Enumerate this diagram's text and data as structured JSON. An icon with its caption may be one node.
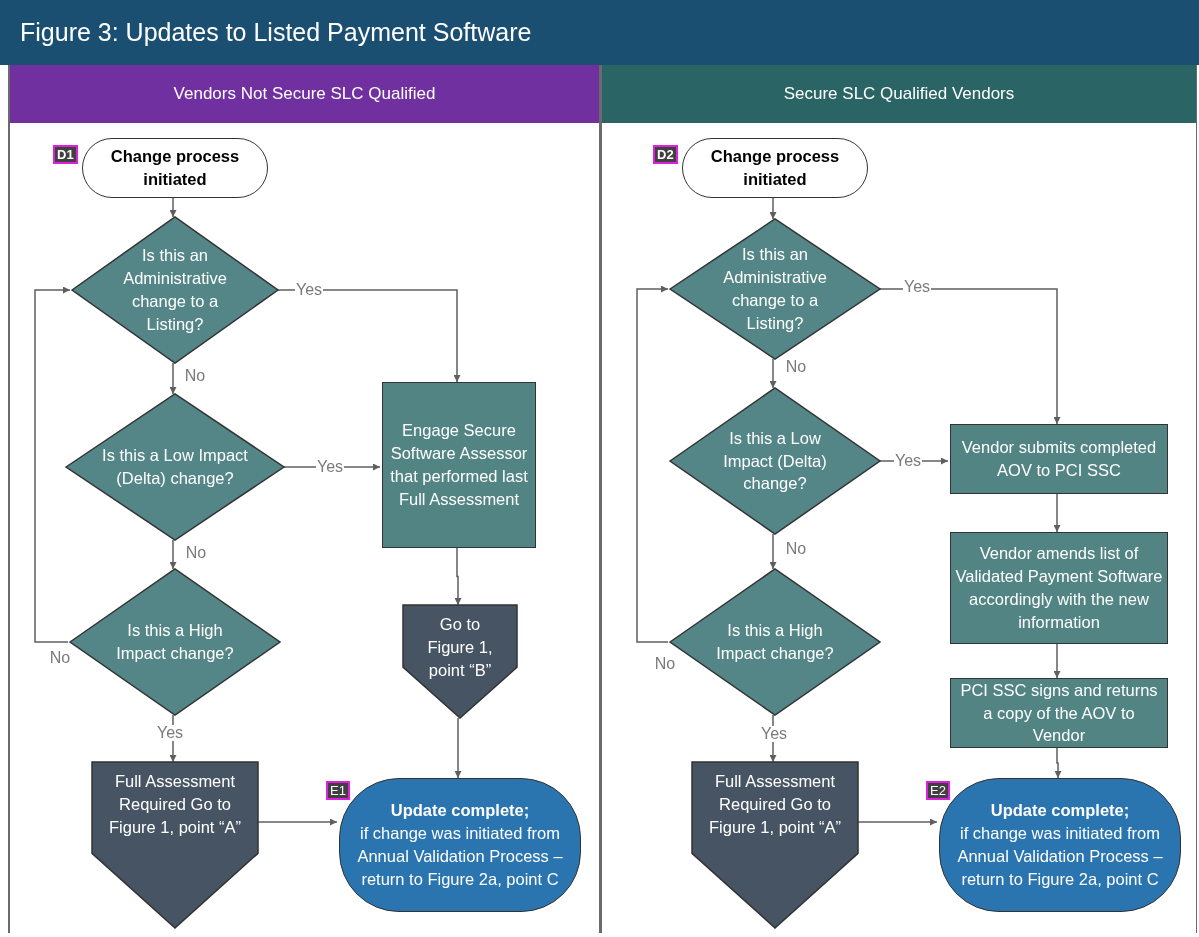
{
  "diagram": {
    "title": "Figure 3: Updates to Listed Payment Software",
    "nodes": [
      {
        "text": [
          "Vendors Not Secure SLC Qualified"
        ]
      },
      {
        "text": [
          "Secure SLC Qualified Vendors"
        ]
      },
      {
        "text": [
          "Change process initiated"
        ],
        "in": 0,
        "beside": [
          "D1"
        ]
      },
      {
        "text": [
          "Is this an Administrative change to a Listing?"
        ],
        "in": 0
      },
      {
        "text": [
          "Is this a Low Impact (Delta) change?"
        ],
        "in": 0
      },
      {
        "text": [
          "Is this a High Impact change?"
        ],
        "in": 0
      },
      {
        "text": [
          "Engage Secure Software Assessor that performed last Full Assessment"
        ],
        "in": 0
      },
      {
        "text": [
          "Go to Figure 1, point “B”"
        ],
        "in": 0
      },
      {
        "text": [
          "Full Assessment Required Go to Figure 1, point “A”"
        ],
        "in": 0
      },
      {
        "text": [
          "Update complete;",
          "if change was initiated from Annual Validation Process – return to Figure 2a, point C"
        ],
        "in": 0,
        "beside": [
          "E1"
        ]
      },
      {
        "text": [
          "Change process initiated"
        ],
        "in": 1,
        "beside": [
          "D2"
        ]
      },
      {
        "text": [
          "Is this an Administrative change to a Listing?"
        ],
        "in": 1
      },
      {
        "text": [
          "Is this a Low Impact (Delta) change?"
        ],
        "in": 1
      },
      {
        "text": [
          "Is this a High Impact change?"
        ],
        "in": 1
      },
      {
        "text": [
          "Vendor submits completed AOV to PCI SSC"
        ],
        "in": 1
      },
      {
        "text": [
          "Vendor amends list of Validated Payment Software accordingly with the new information"
        ],
        "in": 1
      },
      {
        "text": [
          "PCI SSC signs and returns a copy of the AOV to Vendor"
        ],
        "in": 1
      },
      {
        "text": [
          "Full Assessment Required Go to Figure 1, point “A”"
        ],
        "in": 1
      },
      {
        "text": [
          "Update complete;",
          "if change was initiated from Annual Validation Process – return to Figure 2a, point C"
        ],
        "in": 1,
        "beside": [
          "E2"
        ]
      }
    ],
    "edges": [
      {
        "from": 2,
        "to": 3,
        "arrow": "to"
      },
      {
        "from": 3,
        "to": 4,
        "arrow": "to",
        "label": "No"
      },
      {
        "from": 3,
        "to": 6,
        "arrow": "to",
        "label": "Yes"
      },
      {
        "from": 4,
        "to": 6,
        "arrow": "to",
        "label": "Yes"
      },
      {
        "from": 4,
        "to": 5,
        "arrow": "to",
        "label": "No"
      },
      {
        "from": 5,
        "to": 3,
        "arrow": "to",
        "label": "No"
      },
      {
        "from": 5,
        "to": 8,
        "arrow": "to",
        "label": "Yes"
      },
      {
        "from": 6,
        "to": 7,
        "arrow": "to"
      },
      {
        "from": 7,
        "to": 9,
        "arrow": "to"
      },
      {
        "from": 8,
        "to": 9,
        "arrow": "to"
      },
      {
        "from": 10,
        "to": 11,
        "arrow": "to"
      },
      {
        "from": 11,
        "to": 12,
        "arrow": "to",
        "label": "No"
      },
      {
        "from": 11,
        "to": 14,
        "arrow": "to",
        "label": "Yes"
      },
      {
        "from": 12,
        "to": 14,
        "arrow": "to",
        "label": "Yes"
      },
      {
        "from": 12,
        "to": 13,
        "arrow": "to",
        "label": "No"
      },
      {
        "from": 13,
        "to": 11,
        "arrow": "to",
        "label": "No"
      },
      {
        "from": 13,
        "to": 17,
        "arrow": "to",
        "label": "Yes"
      },
      {
        "from": 14,
        "to": 15,
        "arrow": "to"
      },
      {
        "from": 15,
        "to": 16,
        "arrow": "to"
      },
      {
        "from": 16,
        "to": 18,
        "arrow": "to"
      },
      {
        "from": 17,
        "to": 18,
        "arrow": "to"
      }
    ]
  }
}
